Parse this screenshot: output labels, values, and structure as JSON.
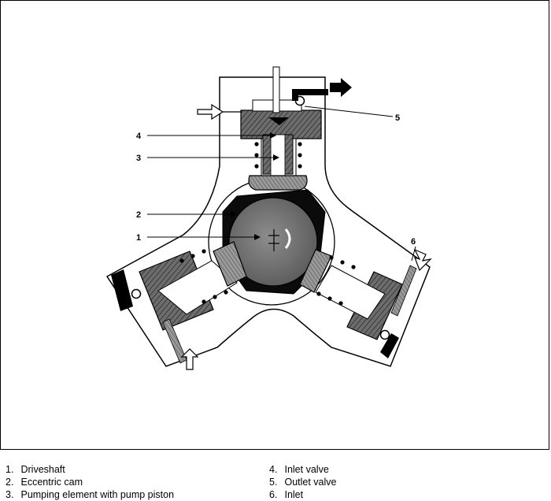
{
  "diagram": {
    "callouts": [
      "1",
      "2",
      "3",
      "4",
      "5",
      "6"
    ]
  },
  "legend": {
    "left": [
      {
        "num": "1.",
        "text": "Driveshaft"
      },
      {
        "num": "2.",
        "text": "Eccentric cam"
      },
      {
        "num": "3.",
        "text": "Pumping element with pump piston"
      }
    ],
    "right": [
      {
        "num": "4.",
        "text": "Inlet valve"
      },
      {
        "num": "5.",
        "text": "Outlet valve"
      },
      {
        "num": "6.",
        "text": "Inlet"
      }
    ]
  }
}
